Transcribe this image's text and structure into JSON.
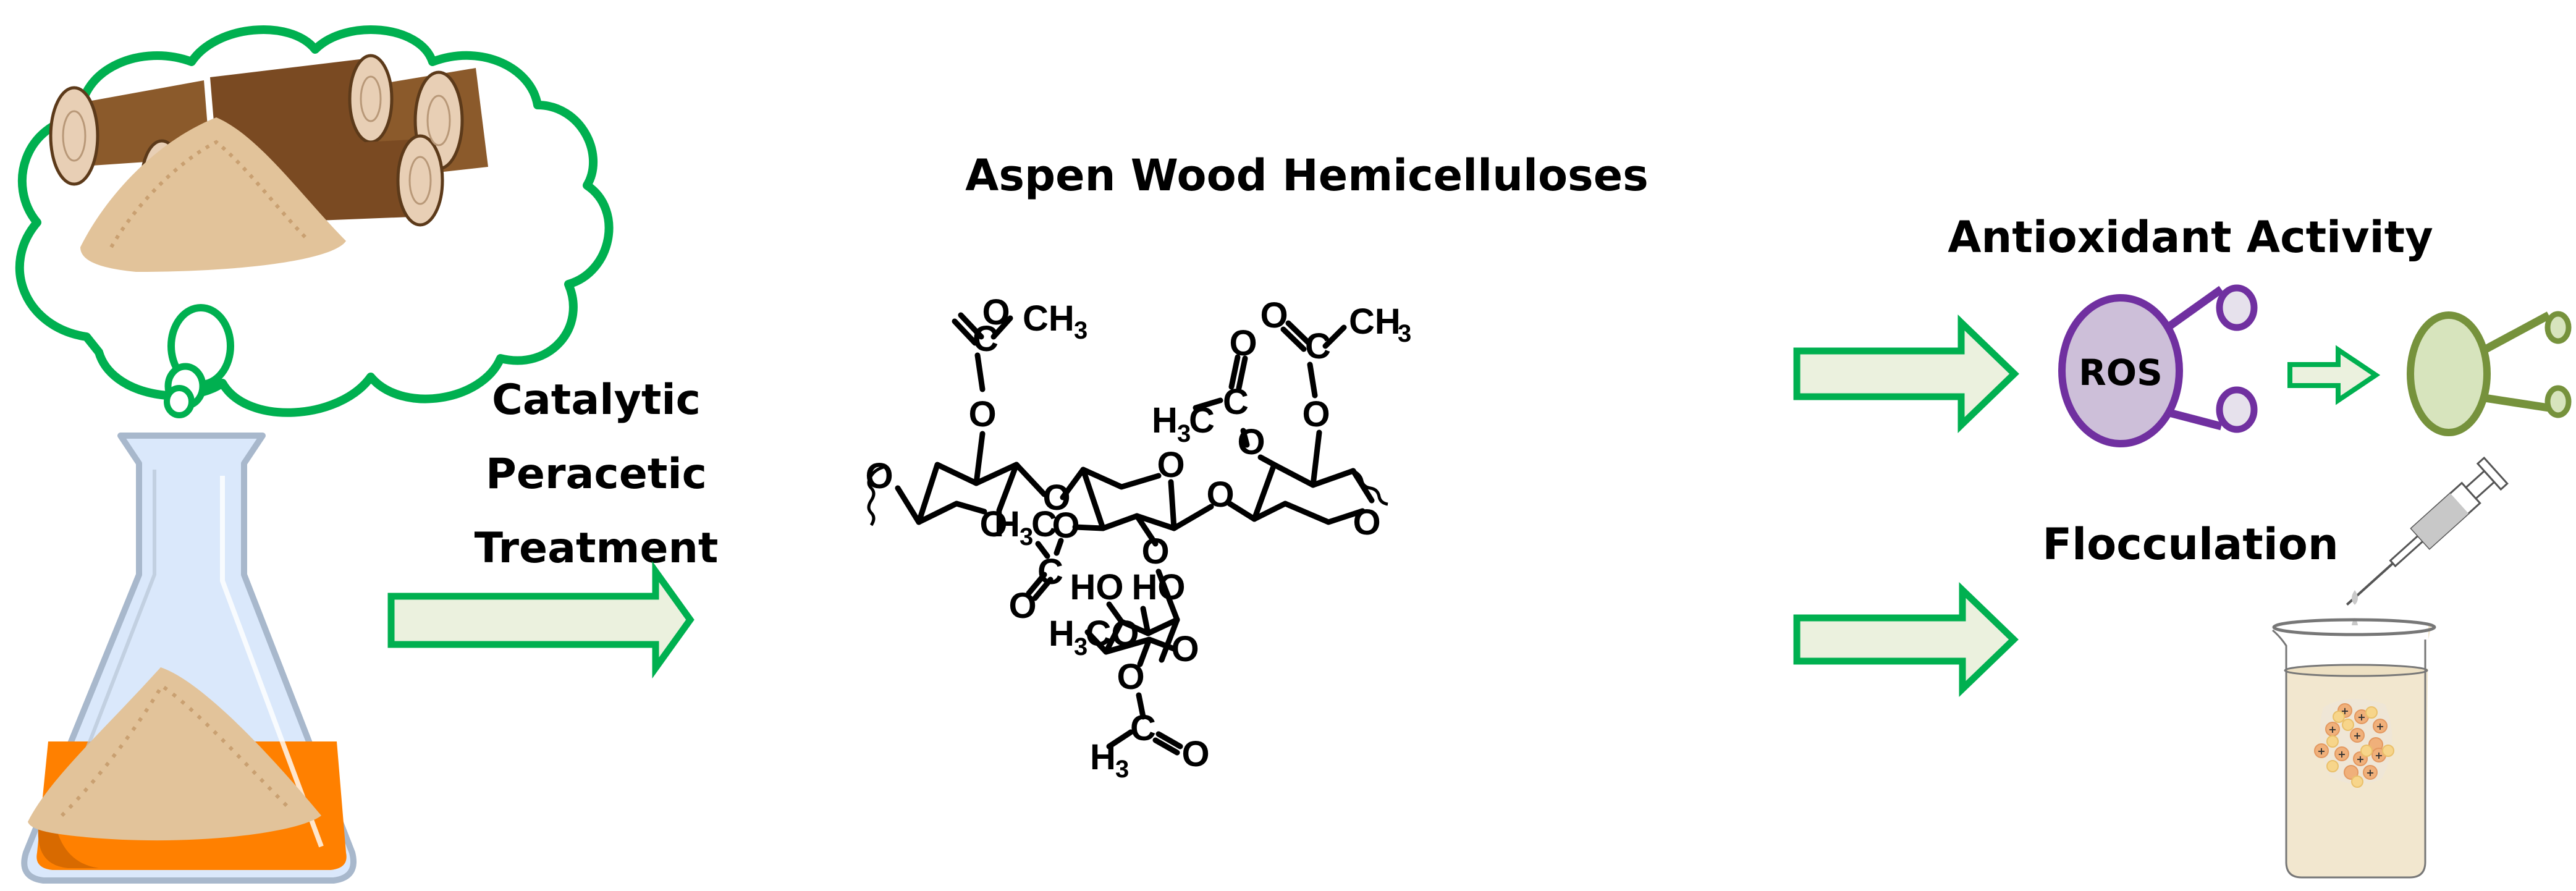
{
  "figure": {
    "type": "graphical-abstract",
    "background": "#ffffff"
  },
  "labels": {
    "process_line1": "Catalytic",
    "process_line2": "Peracetic",
    "process_line3": "Treatment",
    "product_title": "Aspen Wood Hemicelluloses",
    "application_1": "Antioxidant Activity",
    "application_2": "Flocculation",
    "ros": "ROS"
  },
  "chemistry": {
    "atoms": {
      "O": "O",
      "C": "C",
      "CH": "CH",
      "H": "H",
      "HO": "HO",
      "CO": "CO",
      "sub3": "3"
    }
  },
  "colors": {
    "arrow_stroke": "#00B050",
    "arrow_fill": "#EBF1DE",
    "cloud_stroke": "#00B050",
    "flask_glass": "#DAE8FB",
    "flask_outline": "#A8B8CC",
    "liquid_orange": "#FF8000",
    "liquid_orange_dark": "#D86A00",
    "sawdust": "#E2C39A",
    "log_bark": "#8B5A2B",
    "log_core": "#E8CFB5",
    "ros_fill": "#CDBFD9",
    "ros_stroke": "#7030A0",
    "ros_node_fill": "#E6E1EC",
    "neutral_fill": "#D7E4BD",
    "neutral_stroke": "#76923C",
    "beaker_liquid": "#F2E7CF",
    "beaker_outline": "#666666"
  },
  "icons": {
    "thought_cloud": "thought-cloud-icon",
    "wood_logs": "wood-logs-icon",
    "sawdust": "sawdust-pile-icon",
    "flask": "erlenmeyer-flask-icon",
    "ros_molecule": "ros-molecule-icon",
    "neutral_molecule": "neutralized-molecule-icon",
    "syringe": "syringe-icon",
    "beaker": "beaker-icon",
    "floc": "charged-particle-floc-icon"
  }
}
